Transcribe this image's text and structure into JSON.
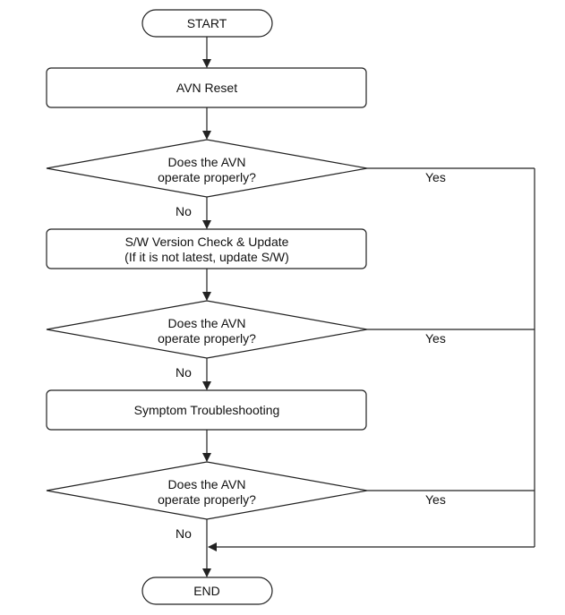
{
  "flowchart": {
    "start_label": "START",
    "end_label": "END",
    "steps": [
      {
        "label": "AVN Reset"
      },
      {
        "line1": "S/W Version Check & Update",
        "line2": "(If it is not latest, update S/W)"
      },
      {
        "label": "Symptom Troubleshooting"
      }
    ],
    "decisions": [
      {
        "line1": "Does the AVN",
        "line2": "operate properly?",
        "yes_label": "Yes",
        "no_label": "No"
      },
      {
        "line1": "Does the AVN",
        "line2": "operate properly?",
        "yes_label": "Yes",
        "no_label": "No"
      },
      {
        "line1": "Does the AVN",
        "line2": "operate properly?",
        "yes_label": "Yes",
        "no_label": "No"
      }
    ]
  },
  "colors": {
    "stroke": "#222222",
    "fill": "#ffffff",
    "text": "#111111"
  }
}
